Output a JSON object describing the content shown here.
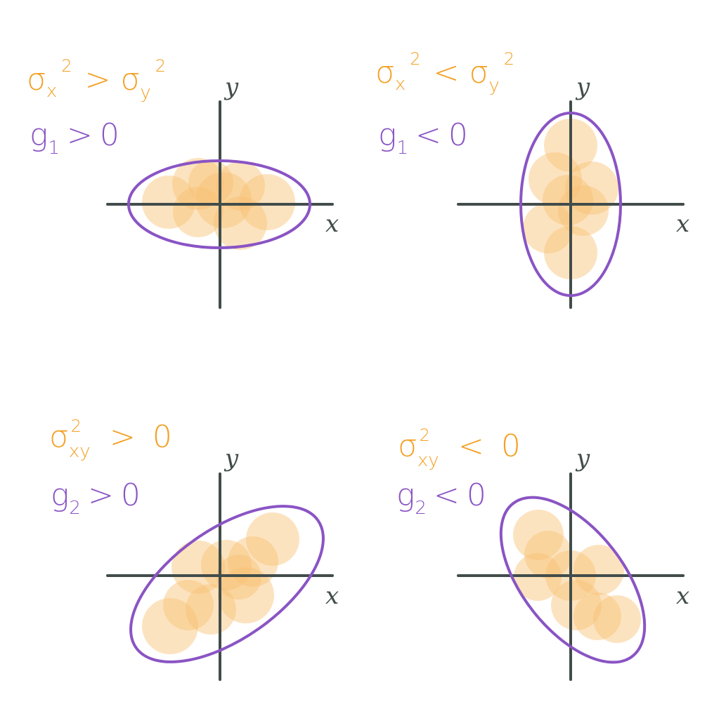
{
  "colors": {
    "axis": "#424d4b",
    "variance": "#f4a024",
    "covariance": "#8a54c4",
    "blob_fill": "#f9c073"
  },
  "axes": {
    "x_label": "x",
    "y_label": "y"
  },
  "panels": [
    {
      "id": "top-left",
      "variance_condition": {
        "base_left": "σ",
        "sub_left": "x",
        "sup_left": "2",
        "operator": ">",
        "base_right": "σ",
        "sub_right": "y",
        "sup_right": "2"
      },
      "g_condition": {
        "base": "g",
        "sub": "1",
        "operator": ">",
        "rhs": "0"
      }
    },
    {
      "id": "top-right",
      "variance_condition": {
        "base_left": "σ",
        "sub_left": "x",
        "sup_left": "2",
        "operator": "<",
        "base_right": "σ",
        "sub_right": "y",
        "sup_right": "2"
      },
      "g_condition": {
        "base": "g",
        "sub": "1",
        "operator": "<",
        "rhs": "0"
      }
    },
    {
      "id": "bottom-left",
      "variance_condition": {
        "base_left": "σ",
        "sub_left": "xy",
        "sup_left": "2",
        "operator": ">",
        "rhs": "0"
      },
      "g_condition": {
        "base": "g",
        "sub": "2",
        "operator": ">",
        "rhs": "0"
      }
    },
    {
      "id": "bottom-right",
      "variance_condition": {
        "base_left": "σ",
        "sub_left": "xy",
        "sup_left": "2",
        "operator": "<",
        "rhs": "0"
      },
      "g_condition": {
        "base": "g",
        "sub": "2",
        "operator": "<",
        "rhs": "0"
      }
    }
  ]
}
